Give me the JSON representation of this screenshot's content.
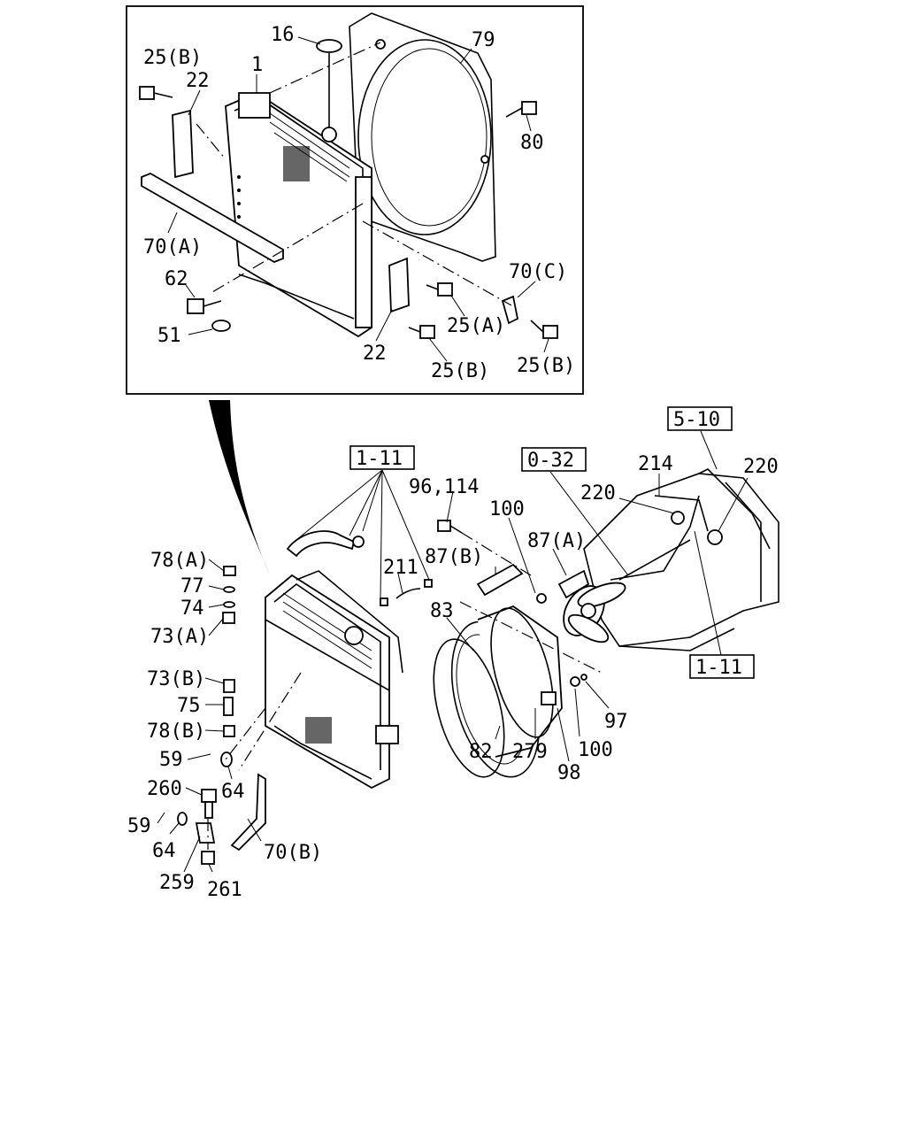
{
  "refs": {
    "r1_11_top": "1-11",
    "r0_32": "0-32",
    "r5_10": "5-10",
    "r1_11_right": "1-11"
  },
  "inset_labels": {
    "p16": "16",
    "p79": "79",
    "p25b_tl": "25(B)",
    "p22_top": "22",
    "p1": "1",
    "p80": "80",
    "p70a": "70(A)",
    "p70c": "70(C)",
    "p62": "62",
    "p25a": "25(A)",
    "p51": "51",
    "p22_bot": "22",
    "p25b_bm": "25(B)",
    "p25b_br": "25(B)"
  },
  "main_labels": {
    "p96_114": "96,114",
    "p100_top": "100",
    "p214": "214",
    "p220_l": "220",
    "p220_r": "220",
    "p87a": "87(A)",
    "p87b": "87(B)",
    "p211": "211",
    "p83": "83",
    "p78a": "78(A)",
    "p77": "77",
    "p74": "74",
    "p73a": "73(A)",
    "p73b": "73(B)",
    "p75": "75",
    "p78b": "78(B)",
    "p59_a": "59",
    "p64_a": "64",
    "p260": "260",
    "p59_b": "59",
    "p64_b": "64",
    "p70b": "70(B)",
    "p259": "259",
    "p261": "261",
    "p82": "82",
    "p279": "279",
    "p98": "98",
    "p100_bot": "100",
    "p97": "97"
  }
}
